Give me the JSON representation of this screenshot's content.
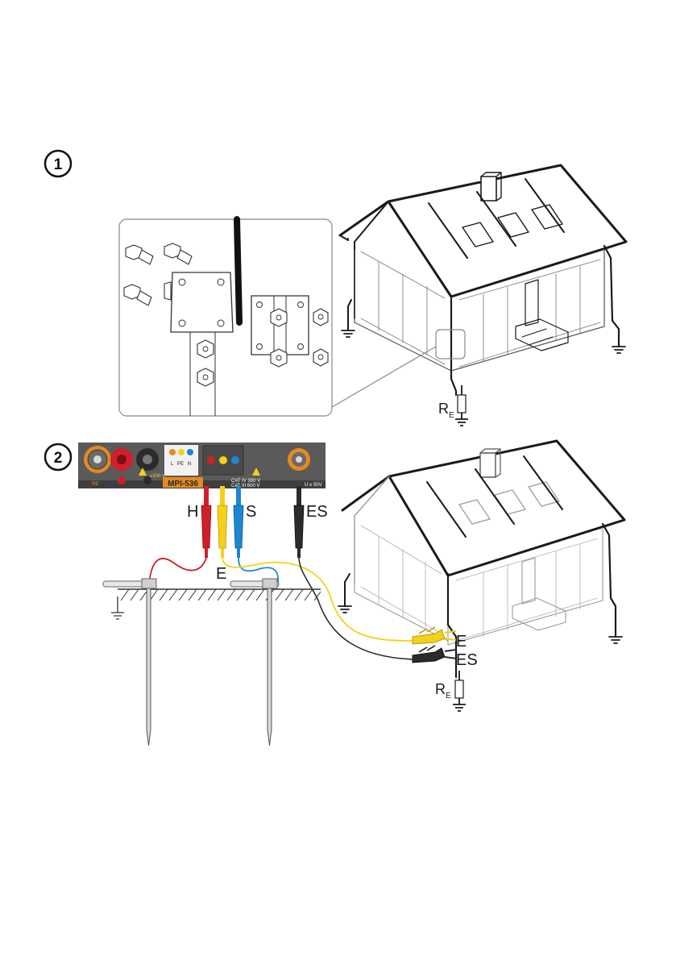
{
  "steps": [
    {
      "number": "1"
    },
    {
      "number": "2"
    }
  ],
  "step1": {
    "resistor_label": "R",
    "resistor_subscript": "E"
  },
  "step2": {
    "meter_model": "MPI-536",
    "meter_socket_labels": [
      "L",
      "PE",
      "N"
    ],
    "meter_cat_text_1": "CAT IV 300 V",
    "meter_cat_text_2": "CAT III 600 V",
    "meter_port_label": "RE",
    "meter_small_rating": "≥300 V",
    "meter_right_rating": "U ≥ 50V",
    "lead_labels": {
      "h": "H",
      "s": "S",
      "e": "E",
      "es": "ES"
    },
    "clamp_labels": {
      "e": "E",
      "es": "ES"
    },
    "resistor_label": "R",
    "resistor_subscript": "E"
  },
  "colors": {
    "lead_red": "#d11f2a",
    "lead_yellow": "#f3d11a",
    "lead_blue": "#1d87d0",
    "lead_black": "#2b2b2b",
    "meter_body": "#5a5a5a",
    "meter_orange": "#e58a1f",
    "house_line": "#1a1a1a",
    "house_faded": "#9a9a9a"
  }
}
